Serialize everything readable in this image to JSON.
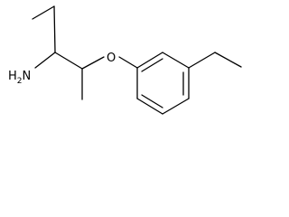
{
  "molecule": {
    "atoms": {
      "nitrogen": {
        "main": "H",
        "sub": "2",
        "element": "N"
      },
      "oxygen": {
        "element": "O"
      }
    }
  }
}
